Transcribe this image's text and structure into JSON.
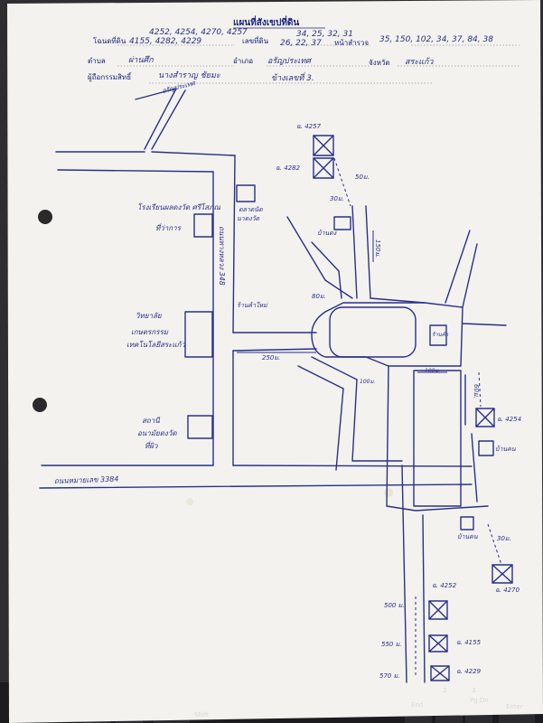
{
  "header": {
    "title": "แผนที่สังเขปที่ดิน",
    "title_numbers": "4252, 4254, 4270, 4257",
    "land_title_label": "โฉนดที่ดิน",
    "land_title_numbers": "4155, 4282, 4229",
    "parcel_label": "เลขที่ดิน",
    "parcel_numbers": "26, 22, 37",
    "parcel_numbers_top": "34, 25, 32, 31",
    "survey_page_label": "หน้าสำรวจ",
    "survey_numbers": "35, 150, 102, 34, 37, 84, 38",
    "subdistrict_label": "ตำบล",
    "subdistrict_value": "ผ่านศึก",
    "district_label": "อำเภอ",
    "district_value": "อรัญประเทศ",
    "province_label": "จังหวัด",
    "province_value": "สระแก้ว",
    "owner_label": "ผู้ถือกรรมสิทธิ์",
    "owner_value": "นางสำราญ ชัยมะ",
    "owner_extra": "ข้างเลขที่ 3."
  },
  "map": {
    "north_label": "อรัญประเทศ",
    "vertical_road_label": "ถนนทางหลวง 348",
    "bottom_road_label": "ถนนหมายเลข 3384",
    "places": {
      "school": "โรงเรียนผลดงวัด ศรีโสภณ",
      "office": "ที่ว่าการ",
      "college": "วิทยาลัย",
      "college_line2": "เกษตรกรรม",
      "college_line3": "เทคโนโลยีสระแก้ว",
      "station": "สถานี",
      "station_line2": "อนามัยดงวัด",
      "station_line3": "ที่ผิว",
      "market": "ตลาดนัด",
      "market_line2": "นาดงวัด",
      "shop": "ร้านค้า",
      "house_left": "ร้านค้าใหม่",
      "house_right": "บ้านคน",
      "house_bottom": "บ้านคน",
      "temple_right": "บ้านดง"
    },
    "parcels": {
      "p4257": "ฉ. 4257",
      "p4282": "ฉ. 4282",
      "p4254": "ฉ. 4254",
      "p4252": "ฉ. 4252",
      "p4270": "ฉ. 4270",
      "p4155": "ฉ. 4155",
      "p4229": "ฉ. 4229"
    },
    "distances": {
      "d50_top": "50ม.",
      "d30_top": "30ม.",
      "d150": "150ม.",
      "d80": "80ม.",
      "d250": "250ม.",
      "d100a": "100ม.",
      "d100b": "100ม.",
      "d60": "60ม.",
      "d30_bottom": "30ม.",
      "d500": "500 ม.",
      "d550": "550 ม.",
      "d570": "570 ม."
    }
  },
  "keyboard": {
    "shift": "Shift",
    "end": "End",
    "pgdn": "Pg Dn",
    "enter": "Enter",
    "k2": "2",
    "k3": "3"
  }
}
